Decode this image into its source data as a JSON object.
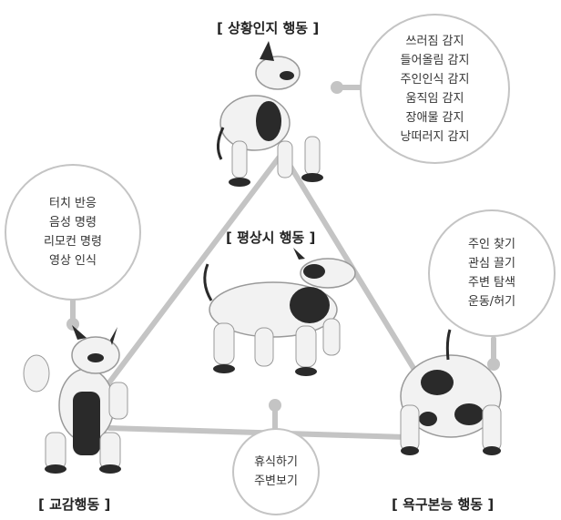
{
  "titles": {
    "situation": "[ 상황인지 행동 ]",
    "normal": "[ 평상시 행동 ]",
    "empathy": "[ 교감행동 ]",
    "desire": "[ 욕구본능 행동 ]"
  },
  "bubbles": {
    "situation": [
      "쓰러짐 감지",
      "들어올림 감지",
      "주인인식 감지",
      "움직임 감지",
      "장애물 감지",
      "낭떠러지 감지"
    ],
    "empathy": [
      "터치 반응",
      "음성 명령",
      "리모컨 명령",
      "영상 인식"
    ],
    "desire": [
      "주인 찾기",
      "관심 끌기",
      "주변 탐색",
      "운동/허기"
    ],
    "rest": [
      "휴식하기",
      "주변보기"
    ]
  },
  "colors": {
    "line": "#c4c4c4",
    "robot_white": "#f2f2f2",
    "robot_dark": "#2a2a2a"
  },
  "icons": [
    "robot-dog-sitting-icon",
    "robot-dog-walking-icon",
    "robot-dog-waving-icon",
    "robot-dog-lying-icon"
  ]
}
